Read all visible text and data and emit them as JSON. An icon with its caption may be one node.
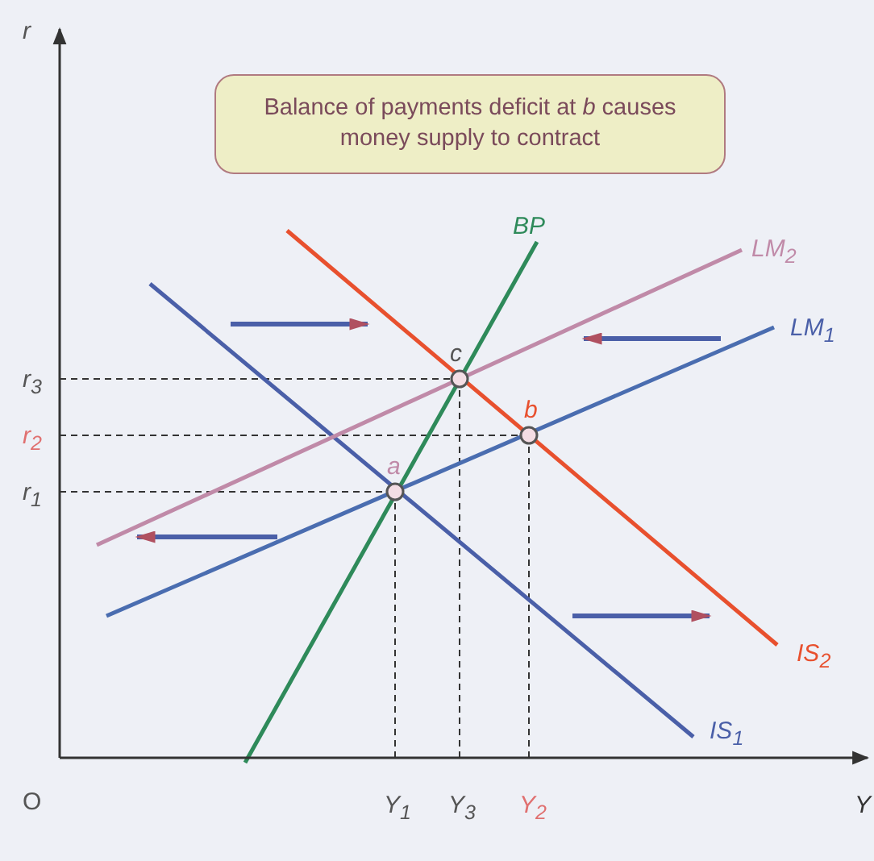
{
  "diagram": {
    "nodes": [
      {
        "text": [
          "Balance of payments deficit at *b* causes money supply to contract"
        ]
      }
    ],
    "edges": [],
    "labels": [
      "r",
      "BP",
      "LM$_{2}$",
      "LM$_{1}$",
      "c",
      "r$_{3}$",
      "b",
      "r$_{2}$",
      "r$_{1}$",
      "a",
      "IS$_{2}$",
      "IS$_{1}$",
      "O",
      "Y$_{1}$",
      "Y$_{3}$",
      "Y$_{2}$",
      "Y"
    ]
  }
}
